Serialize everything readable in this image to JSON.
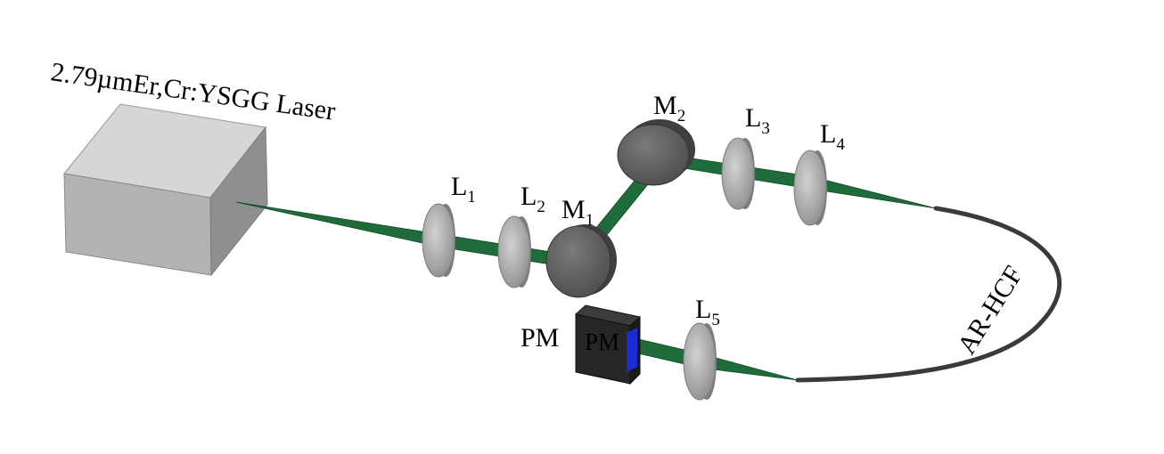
{
  "laser": {
    "label": "2.79µmEr,Cr:YSGG Laser"
  },
  "components": {
    "L1": {
      "main": "L",
      "sub": "1"
    },
    "L2": {
      "main": "L",
      "sub": "2"
    },
    "L3": {
      "main": "L",
      "sub": "3"
    },
    "L4": {
      "main": "L",
      "sub": "4"
    },
    "L5": {
      "main": "L",
      "sub": "5"
    },
    "M1": {
      "main": "M",
      "sub": "1"
    },
    "M2": {
      "main": "M",
      "sub": "2"
    }
  },
  "power_meter": {
    "label": "PM",
    "face_label": "PM"
  },
  "fiber": {
    "label": "AR-HCF"
  },
  "colors": {
    "beam": "#1f6b3a",
    "beam_edge": "#0f4a25",
    "laser_front": "#b3b3b3",
    "laser_top": "#d6d6d6",
    "laser_side": "#8f8f8f",
    "lens": "#a9a9a9",
    "lens_edge": "#7d7d7d",
    "mirror": "#5f5f5f",
    "fiber": "#3a3a3a",
    "pm_body": "#2a2a2a",
    "pm_window": "#1c2bd6"
  }
}
